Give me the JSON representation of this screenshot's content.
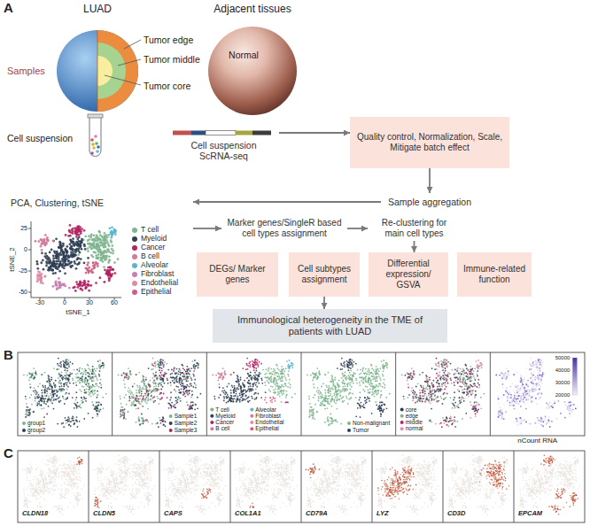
{
  "diagram": {
    "nodes": [
      {
        "text": [
          "Cell suspension ScRNA-seq"
        ]
      },
      {
        "text": [
          "Quality control, Normalization, Scale, Mitigate batch effect"
        ]
      },
      {
        "text": [
          "Sample aggregation"
        ]
      },
      {
        "text": [
          "PCA, Clustering, tSNE"
        ]
      },
      {
        "text": [
          "Marker genes/SingleR based cell types assignment"
        ]
      },
      {
        "text": [
          "Re-clustering for main cell types"
        ]
      },
      {
        "text": [
          "DEGs/ Marker genes"
        ]
      },
      {
        "text": [
          "Cell subtypes assignment"
        ]
      },
      {
        "text": [
          "Differential expression/ GSVA"
        ]
      },
      {
        "text": [
          "Immune-related function"
        ]
      },
      {
        "text": [
          "Immunological heterogeneity in the TME of patients with LUAD"
        ]
      }
    ],
    "edges": [
      {
        "from": 0,
        "to": 1,
        "arrow": "to"
      },
      {
        "from": 1,
        "to": 2,
        "arrow": "to"
      },
      {
        "from": 2,
        "to": 3,
        "arrow": "to"
      },
      {
        "from": 3,
        "to": 4,
        "arrow": "to"
      },
      {
        "from": 4,
        "to": 5,
        "arrow": "to"
      },
      {
        "from": 5,
        "to": 8,
        "arrow": "to"
      },
      {
        "from": 7,
        "to": 10,
        "arrow": "to"
      }
    ],
    "labels": [
      "A",
      "LUAD",
      "Adjacent tissues",
      "Tumor edge",
      "Tumor middle",
      "Tumor core",
      "Normal",
      "Samples",
      "Cell suspension",
      "tSNE_2",
      "tSNE_1",
      "-30",
      "0",
      "30",
      "60",
      "-50",
      "-25",
      "0",
      "25",
      "B",
      "group1",
      "group2",
      "Sample1",
      "Sample2",
      "Sample3",
      "T cell",
      "Myeloid",
      "Cancer",
      "B cell",
      "Alveolar",
      "Fibroblast",
      "Endothelial",
      "Epithelial",
      "Non-malignant",
      "Tumor",
      "core",
      "edge",
      "middle",
      "normal",
      "50000",
      "40000",
      "30000",
      "20000",
      "nCount RNA",
      "C",
      "CLDN18",
      "CLDN5",
      "CAPS",
      "COL1A1",
      "CD79A",
      "LYZ",
      "CD3D",
      "EPCAM"
    ],
    "legend": [
      {
        "text": "T cell",
        "color": "#7fb58e"
      },
      {
        "text": "Myeloid",
        "color": "#2f3f54"
      },
      {
        "text": "Cancer",
        "color": "#b0245f"
      },
      {
        "text": "B cell",
        "color": "#d27b9b"
      },
      {
        "text": "Alveolar",
        "color": "#5ab7cb"
      },
      {
        "text": "Fibroblast",
        "color": "#c77fb3"
      },
      {
        "text": "Endothelial",
        "color": "#e08aa6"
      },
      {
        "text": "Epithelial",
        "color": "#cf5f84"
      }
    ]
  }
}
